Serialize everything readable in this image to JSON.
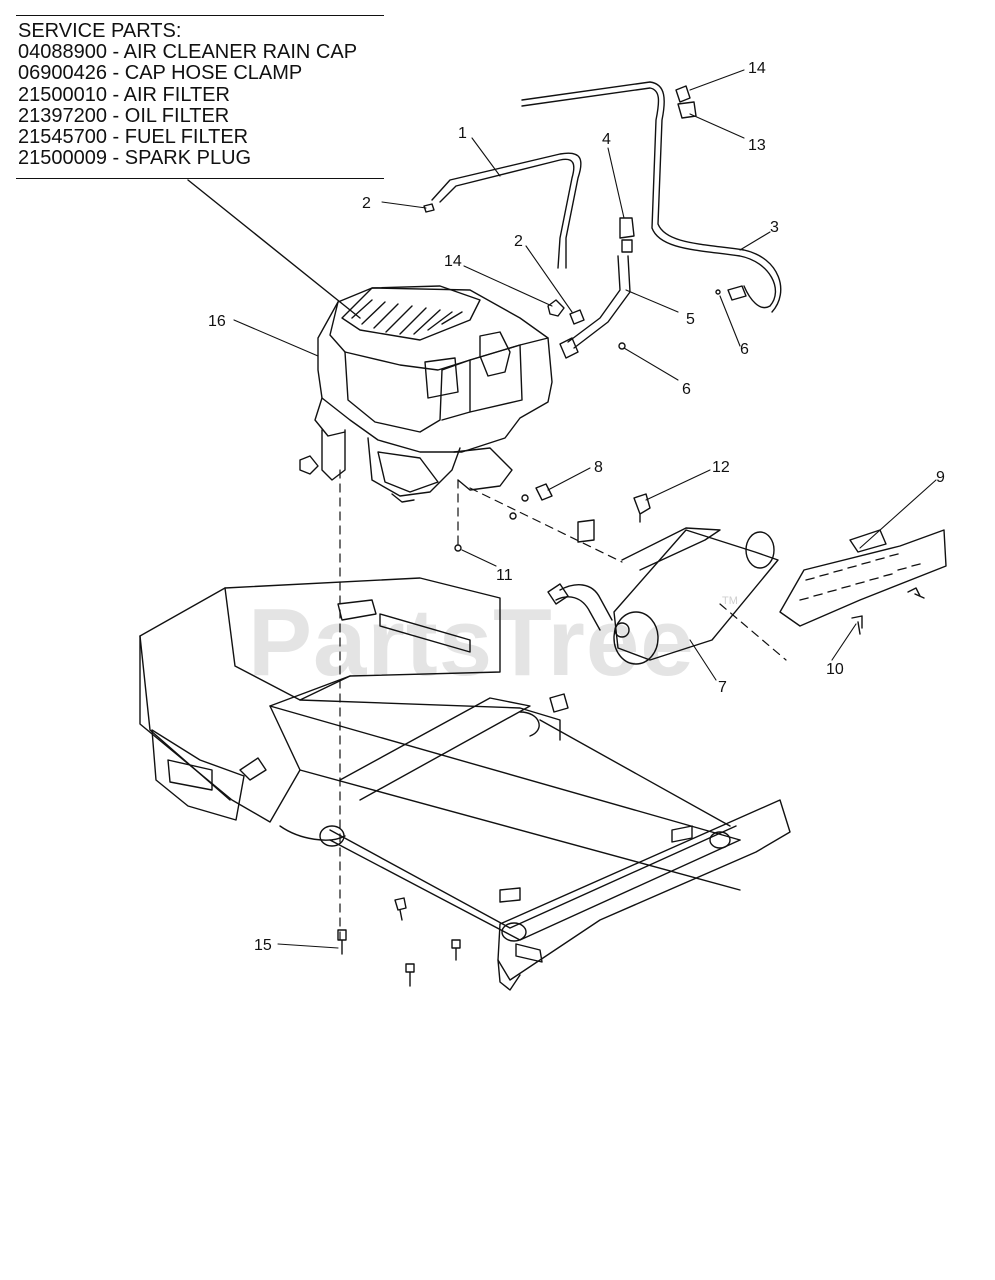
{
  "service_parts": {
    "heading": "SERVICE PARTS:",
    "items": [
      {
        "text": "04088900 - AIR CLEANER RAIN CAP"
      },
      {
        "text": "06900426 - CAP HOSE CLAMP"
      },
      {
        "text": "21500010 - AIR FILTER"
      },
      {
        "text": "21397200 - OIL FILTER"
      },
      {
        "text": "21545700 - FUEL FILTER"
      },
      {
        "text": "21500009 - SPARK PLUG"
      }
    ]
  },
  "callouts": [
    "1",
    "2",
    "2",
    "3",
    "4",
    "5",
    "6",
    "6",
    "7",
    "8",
    "9",
    "10",
    "11",
    "12",
    "13",
    "14",
    "14",
    "15",
    "16"
  ],
  "watermark": {
    "text": "PartsTree",
    "tm": "TM"
  }
}
